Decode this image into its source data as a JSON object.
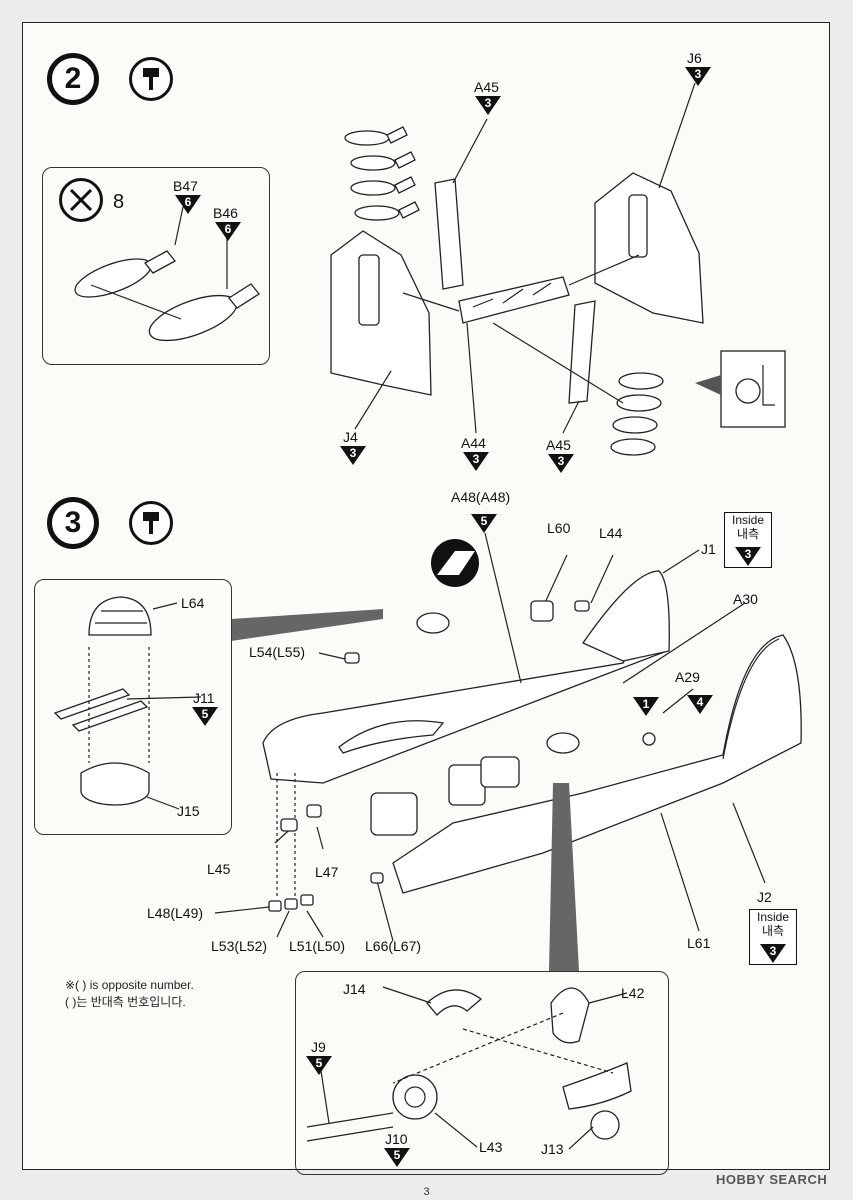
{
  "step2": {
    "number": "2",
    "tool_icon": "cement-icon",
    "inset": {
      "quantity": "8",
      "no_glue_icon": "no-cement-icon"
    },
    "parts": {
      "B47": {
        "name": "B47",
        "color": "6"
      },
      "B46": {
        "name": "B46",
        "color": "6"
      },
      "A45_top": {
        "name": "A45",
        "color": "3"
      },
      "J6": {
        "name": "J6",
        "color": "3"
      },
      "J4": {
        "name": "J4",
        "color": "3"
      },
      "A44": {
        "name": "A44",
        "color": "3"
      },
      "A45_bottom": {
        "name": "A45",
        "color": "3"
      }
    }
  },
  "step3": {
    "number": "3",
    "tool_icon": "cement-icon",
    "inside_label_en": "Inside",
    "inside_label_ko": "내측",
    "parts": {
      "A48": {
        "name": "A48(A48)",
        "color": "5"
      },
      "L60": {
        "name": "L60"
      },
      "L44": {
        "name": "L44"
      },
      "J1": {
        "name": "J1",
        "color": "3"
      },
      "A30": {
        "name": "A30"
      },
      "A29": {
        "name": "A29"
      },
      "marker1": {
        "name": "1"
      },
      "marker4": {
        "name": "4"
      },
      "L64": {
        "name": "L64"
      },
      "J11": {
        "name": "J11",
        "color": "5"
      },
      "J15": {
        "name": "J15"
      },
      "L54": {
        "name": "L54(L55)"
      },
      "L45": {
        "name": "L45"
      },
      "L47": {
        "name": "L47"
      },
      "L48": {
        "name": "L48(L49)"
      },
      "L53": {
        "name": "L53(L52)"
      },
      "L51": {
        "name": "L51(L50)"
      },
      "L66": {
        "name": "L66(L67)"
      },
      "L61": {
        "name": "L61"
      },
      "J2": {
        "name": "J2",
        "color": "3"
      },
      "J14": {
        "name": "J14"
      },
      "L42": {
        "name": "L42"
      },
      "J9": {
        "name": "J9",
        "color": "5"
      },
      "J10": {
        "name": "J10",
        "color": "5"
      },
      "L43": {
        "name": "L43"
      },
      "J13": {
        "name": "J13"
      }
    },
    "note_en": "※( ) is opposite number.",
    "note_ko": "( )는 반대측 번호입니다."
  },
  "footer": {
    "page_number": "3"
  },
  "watermark": {
    "text": "HOBBY SEARCH"
  }
}
